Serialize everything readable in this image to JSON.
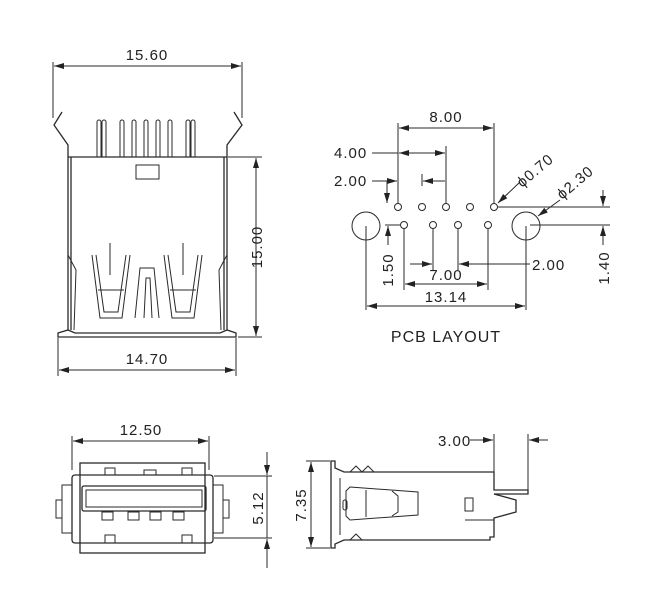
{
  "top_view": {
    "width_top": "15.60",
    "height": "15.00",
    "width_bottom": "14.70"
  },
  "pcb_layout": {
    "title": "PCB LAYOUT",
    "pitch_outer": "8.00",
    "pitch_mid": "4.00",
    "pitch_small_top": "2.00",
    "hole_small": "ϕ0.70",
    "hole_large": "ϕ2.30",
    "row_offset_left": "1.50",
    "row_offset_right": "1.40",
    "pitch_small_bottom": "2.00",
    "bottom_row_span": "7.00",
    "mount_span": "13.14"
  },
  "front_view": {
    "width": "12.50",
    "height": "5.12"
  },
  "side_view": {
    "height": "7.35",
    "pin_length": "3.00"
  }
}
